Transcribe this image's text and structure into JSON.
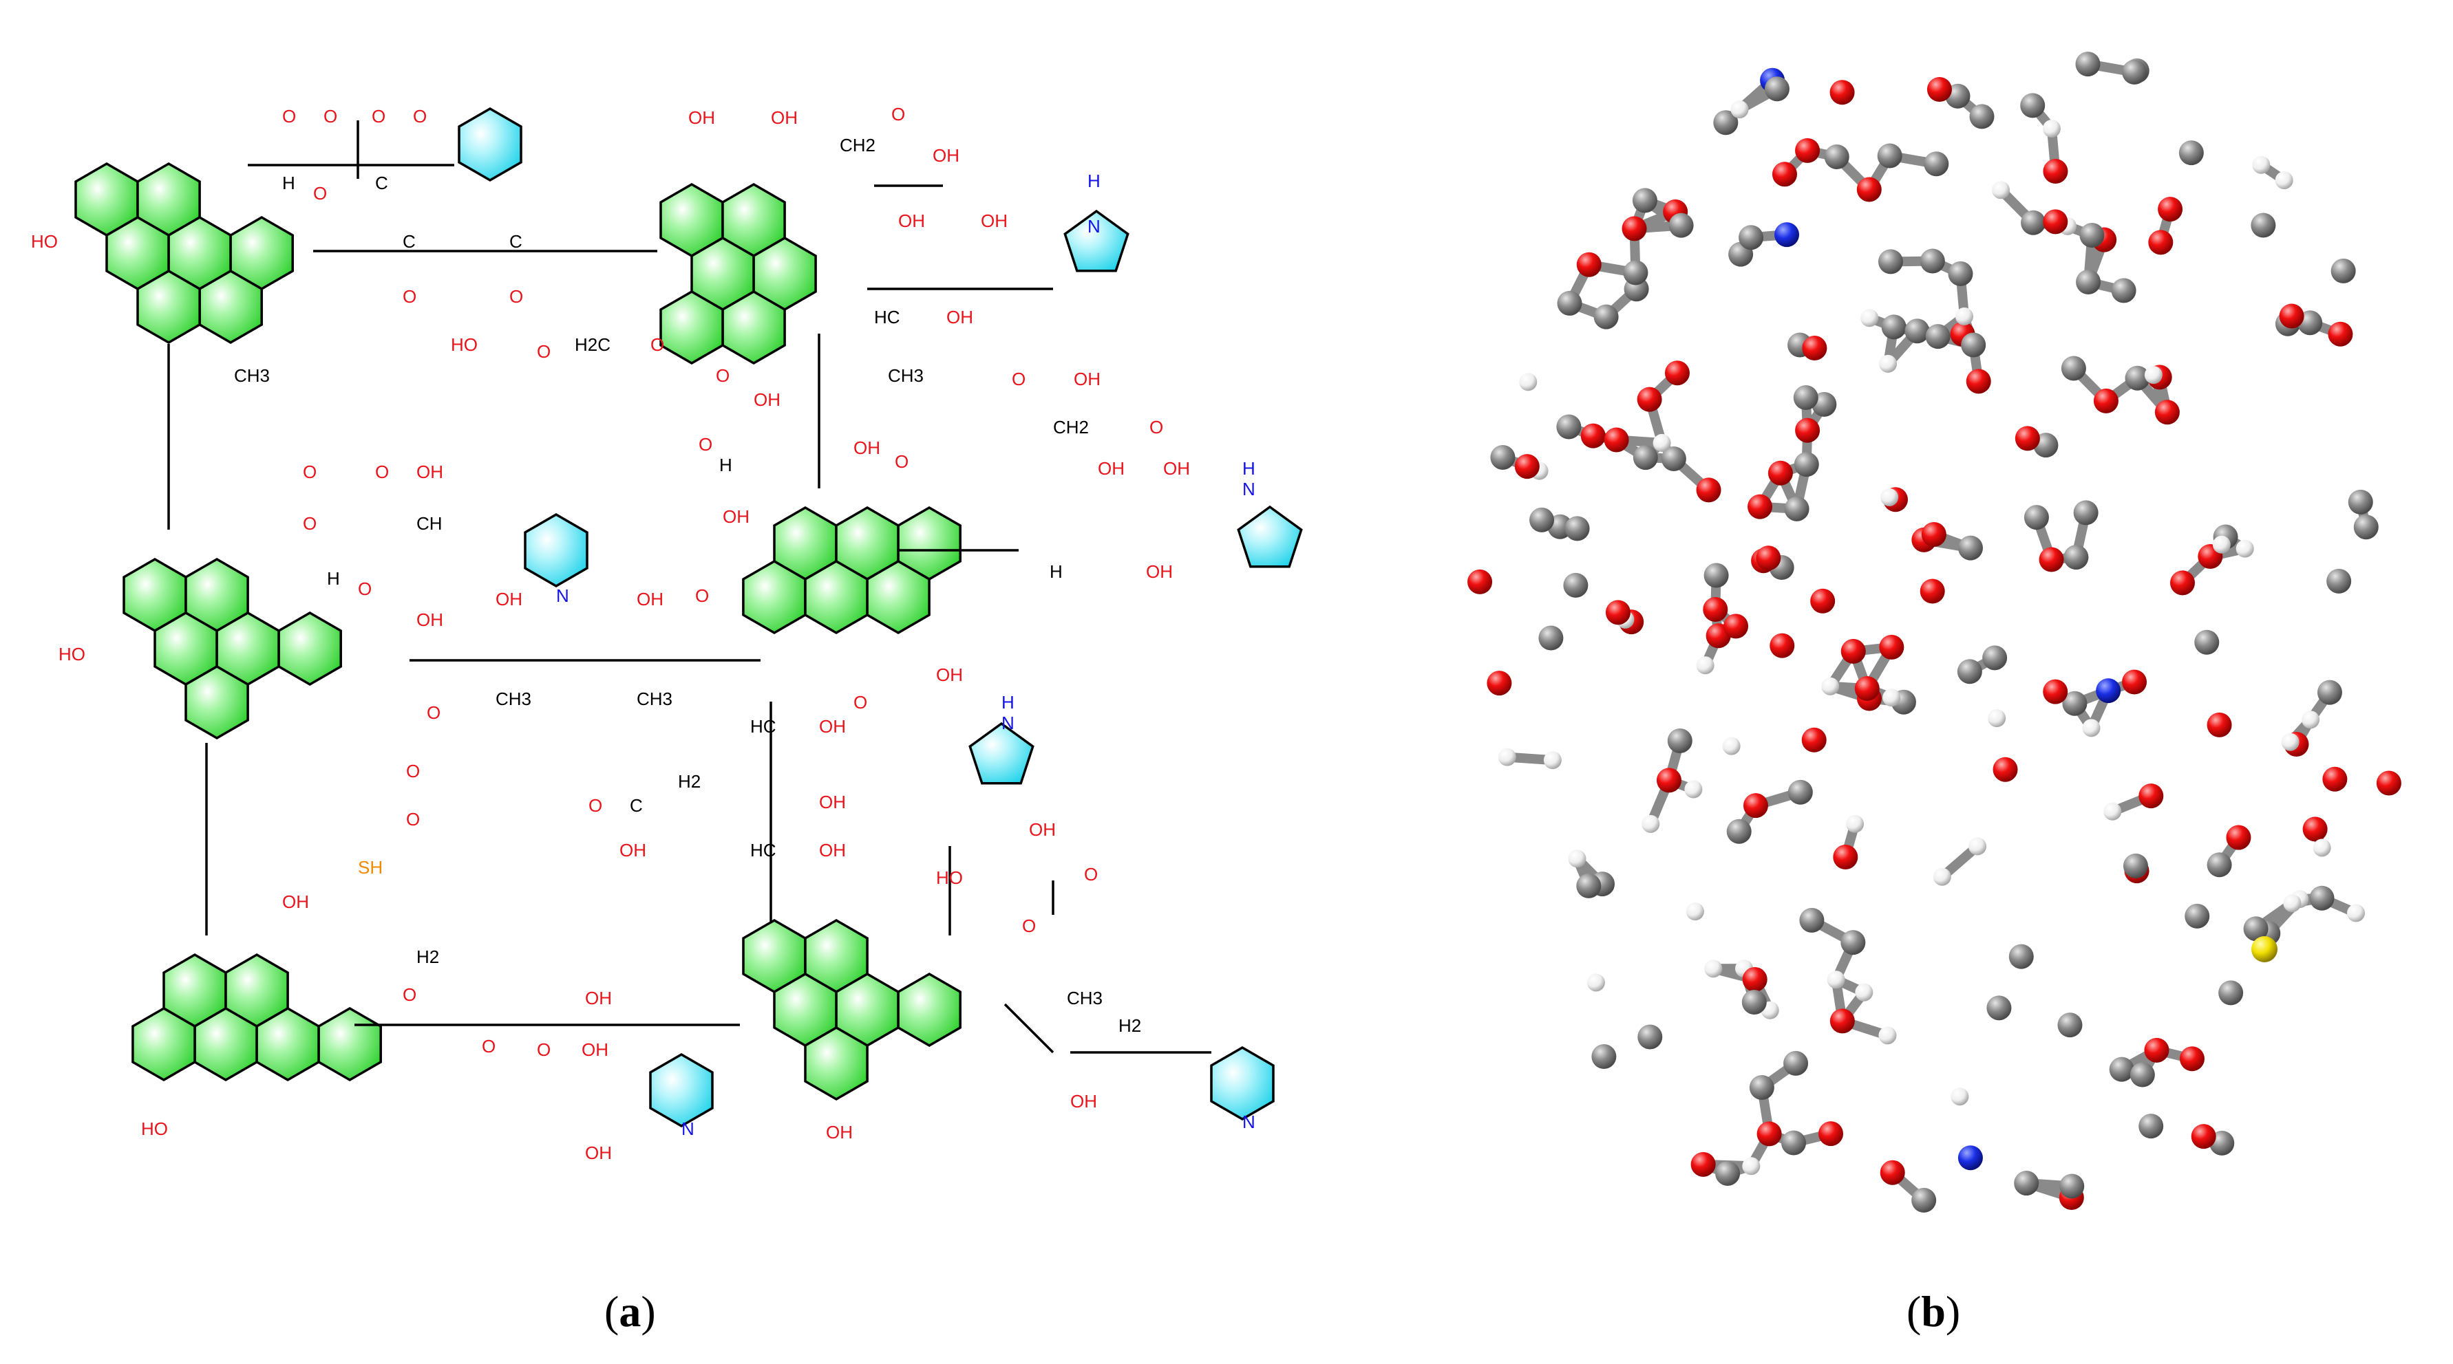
{
  "panels": [
    {
      "id": "a",
      "label": "a"
    },
    {
      "id": "b",
      "label": "b"
    }
  ],
  "atom_labels": {
    "OH": "OH",
    "HO": "HO",
    "O": "O",
    "C": "C",
    "H": "H",
    "CH3": "CH3",
    "CH2": "CH2",
    "H2C": "H2C",
    "HC": "HC",
    "N": "N",
    "NH": "NH",
    "SH": "SH",
    "H2": "H2",
    "CH": "CH"
  },
  "colors": {
    "aromatic_ring": "#3ddc3d",
    "heteroaromatic_ring": "#35e0f0",
    "oxygen": "#e8141c",
    "nitrogen": "#1414e6",
    "sulfur": "#f08a00",
    "carbon_ball": "#7a7a7a",
    "hydrogen_ball": "#f2f2f2"
  }
}
